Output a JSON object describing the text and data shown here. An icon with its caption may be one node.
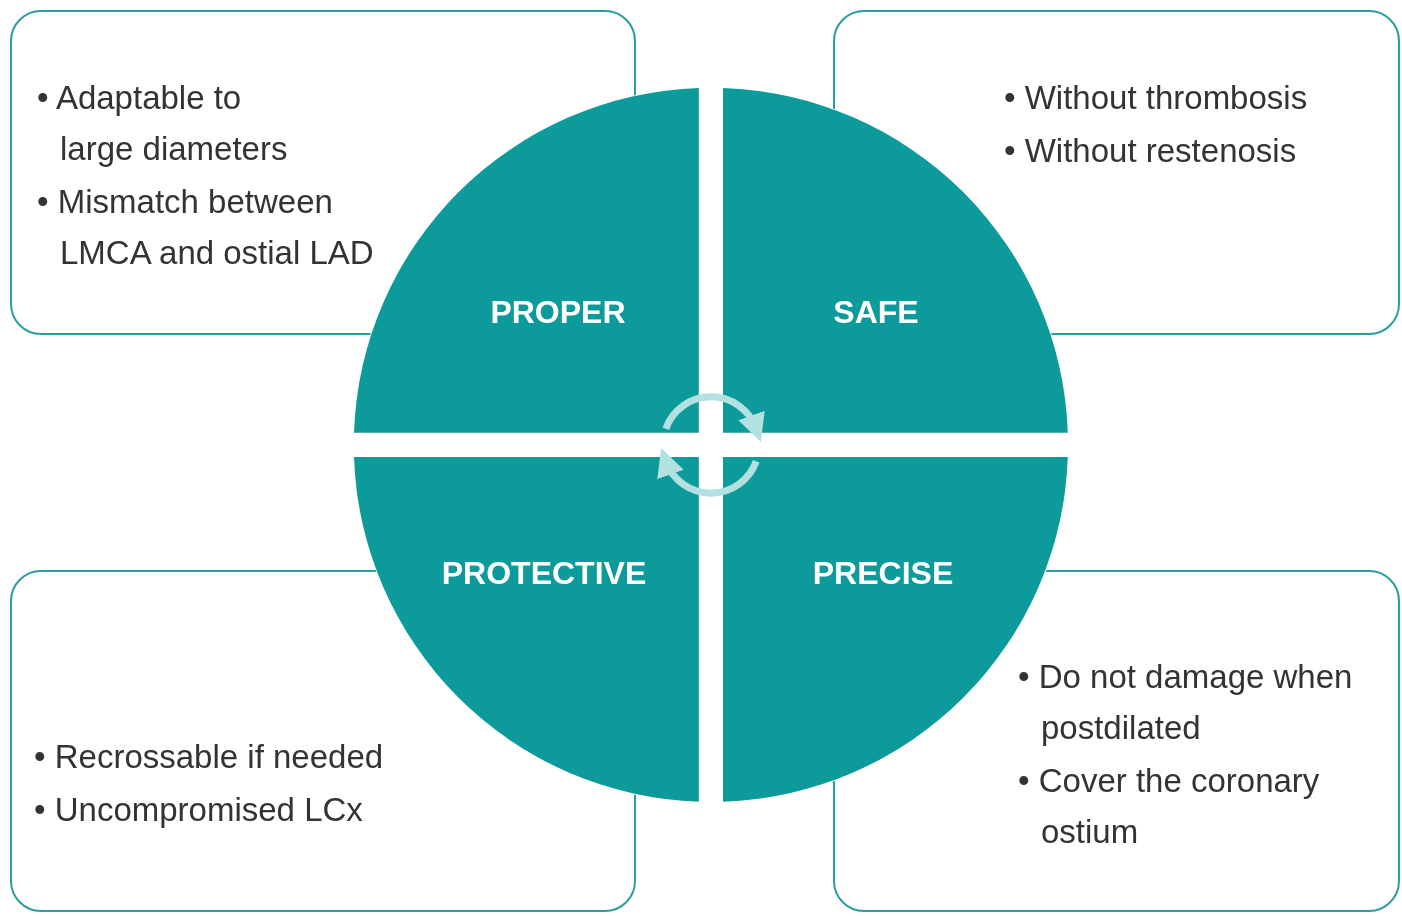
{
  "diagram": {
    "nodes": [
      {
        "text": [
          "• Adaptable to large diameters",
          "• Mismatch between LMCA and ostial LAD"
        ]
      },
      {
        "text": [
          "• Without thrombosis",
          "• Without restenosis"
        ]
      },
      {
        "text": [
          "PROPER"
        ]
      },
      {
        "text": [
          "SAFE"
        ]
      },
      {
        "text": [
          "PROTECTIVE"
        ]
      },
      {
        "text": [
          "PRECISE"
        ]
      },
      {
        "text": [
          "• Recrossable if needed",
          "• Uncompromised LCx"
        ]
      },
      {
        "text": [
          "• Do not damage when postdilated",
          "• Cover the coronary ostium"
        ]
      }
    ],
    "edges": [
      {
        "from": 2,
        "to": 3,
        "arrow": "to"
      },
      {
        "from": 5,
        "to": 4,
        "arrow": "to"
      }
    ]
  }
}
